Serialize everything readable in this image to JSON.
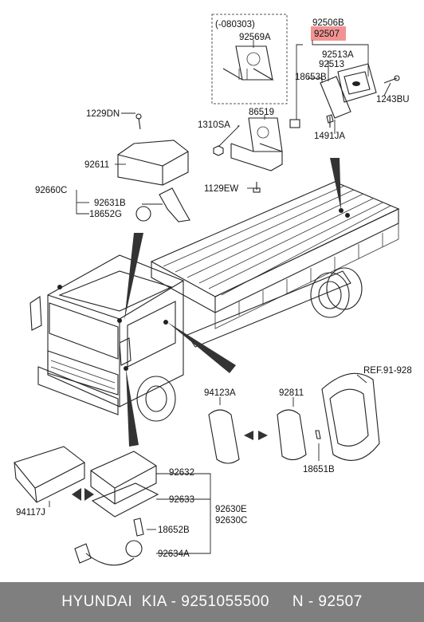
{
  "labels": {
    "variant_range": "(-080303)",
    "p92506B": "92506B",
    "p92507": "92507",
    "p92569A": "92569A",
    "p92513A": "92513A",
    "p92513": "92513",
    "p18653B": "18653B",
    "p1243BU": "1243BU",
    "p1229DN": "1229DN",
    "p86519": "86519",
    "p1310SA": "1310SA",
    "p1491JA": "1491JA",
    "p92611": "92611",
    "p92660C": "92660C",
    "p92631B": "92631B",
    "p18652G": "18652G",
    "p1129EW": "1129EW",
    "ref": "REF.91-928",
    "p94123A": "94123A",
    "p92811": "92811",
    "p18651B": "18651B",
    "p92632": "92632",
    "p92633": "92633",
    "p92630E": "92630E",
    "p92630C": "92630C",
    "p94117J": "94117J",
    "p18652B": "18652B",
    "p92634A": "92634A"
  },
  "highlight_color": "#f08080",
  "footer": {
    "text": "HYUNDAI  KIA - 9251055500     N - 92507"
  }
}
